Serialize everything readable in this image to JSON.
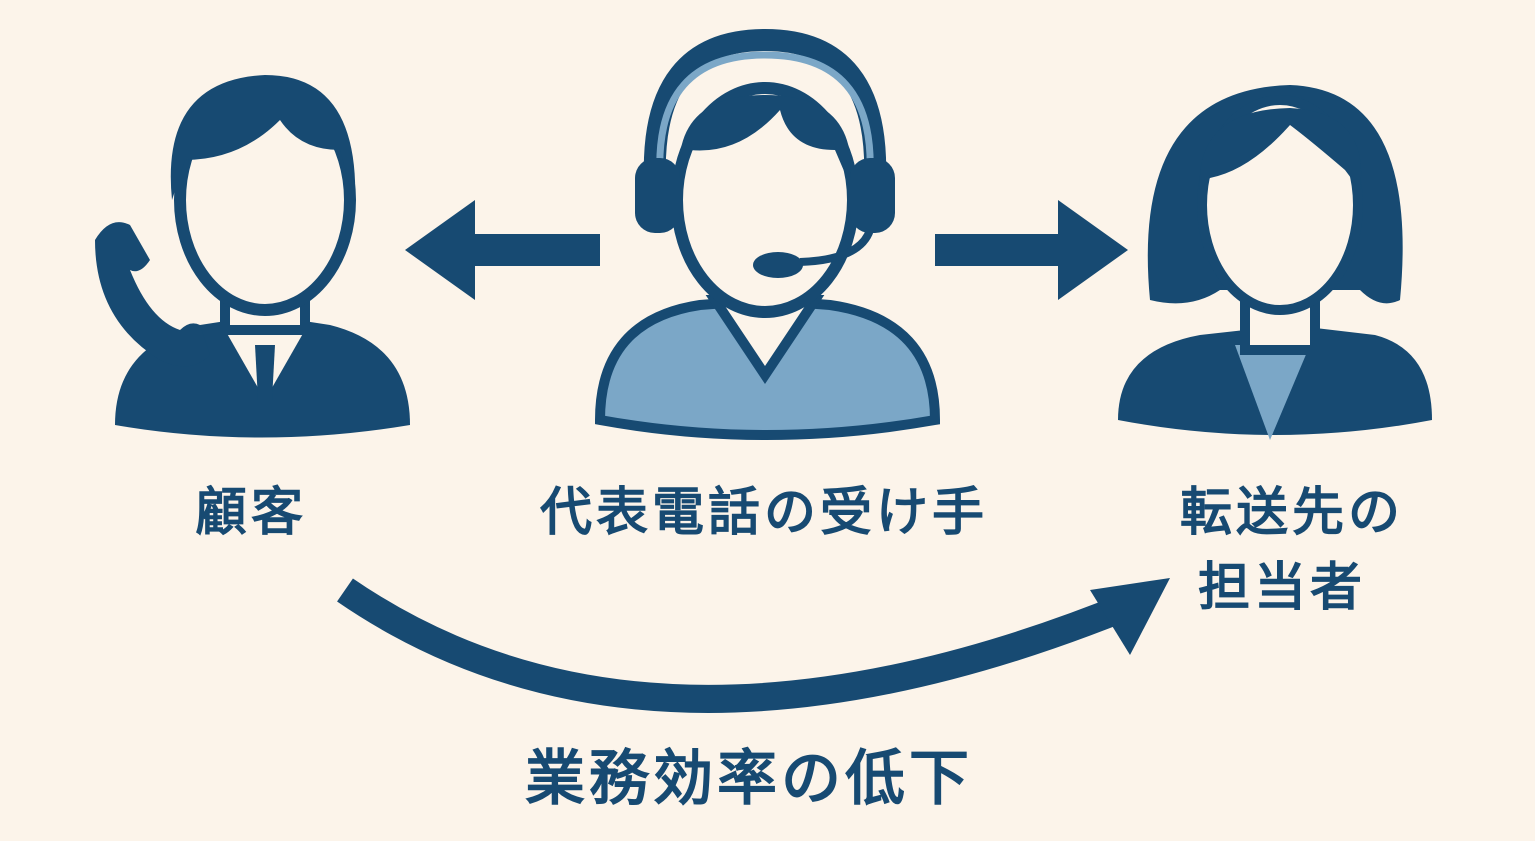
{
  "labels": {
    "customer": "顧客",
    "receiver": "代表電話の受け手",
    "transfer_line1": "転送先の",
    "transfer_line2": "担当者",
    "bottom": "業務効率の低下"
  },
  "colors": {
    "background": "#fcf4ea",
    "dark": "#174a72",
    "light": "#7ba7c7"
  }
}
